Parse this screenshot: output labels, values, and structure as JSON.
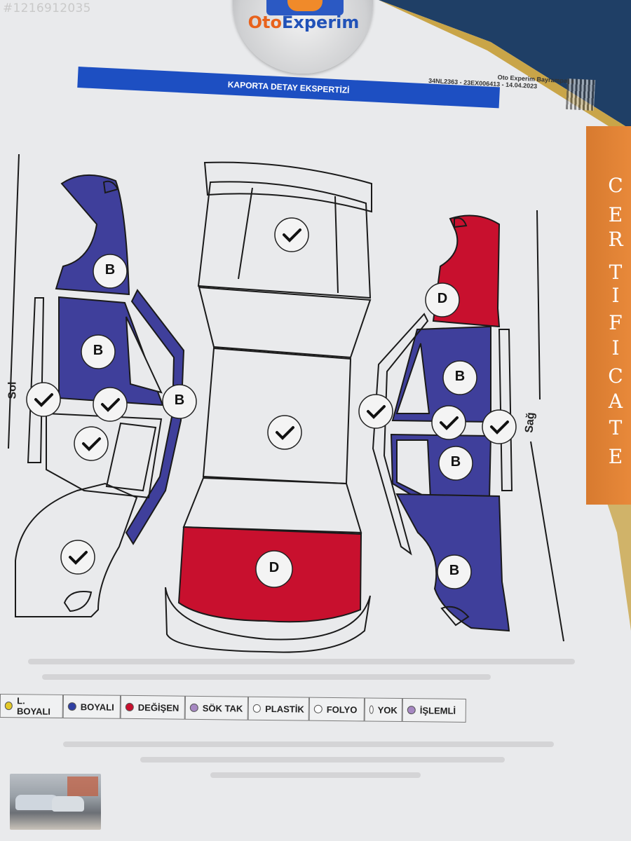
{
  "listing_id": "#1216912035",
  "brand": {
    "name_part1": "Oto",
    "name_part2": "Experim"
  },
  "report": {
    "title": "KAPORTA DETAY EKSPERTİZİ",
    "expertise_id": "34NL2363 - 23EX006413 - 14.04.2023",
    "branch": "Oto Experim Bayrampaşa"
  },
  "certificate_letters": [
    "C",
    "E",
    "R",
    "T",
    "I",
    "F",
    "I",
    "C",
    "A",
    "T",
    "E"
  ],
  "side_labels": {
    "left": "Sol",
    "right": "Sağ"
  },
  "diagram_marks": {
    "left_front_fender": "B",
    "left_front_door": "B",
    "left_a_pillar": "B",
    "right_front_fender": "D",
    "right_front_door": "B",
    "right_rear_door": "B",
    "right_rear_fender": "B",
    "trunk": "D"
  },
  "legend": [
    {
      "label": "L. BOYALI",
      "color": "#e3c928"
    },
    {
      "label": "BOYALI",
      "color": "#2f3fa3"
    },
    {
      "label": "DEĞİŞEN",
      "color": "#c8102e"
    },
    {
      "label": "SÖK TAK",
      "color": "#a688c2"
    },
    {
      "label": "PLASTİK",
      "color": "#ffffff"
    },
    {
      "label": "FOLYO",
      "color": "#ffffff"
    },
    {
      "label": "YOK",
      "color": "#ffffff"
    },
    {
      "label": "İŞLEMLİ",
      "color": "#a688c2"
    }
  ],
  "colors": {
    "painted": "#3f3f9b",
    "replaced": "#c8102e",
    "title_bar": "#1d4fc2",
    "certificate": "#e0823a"
  }
}
